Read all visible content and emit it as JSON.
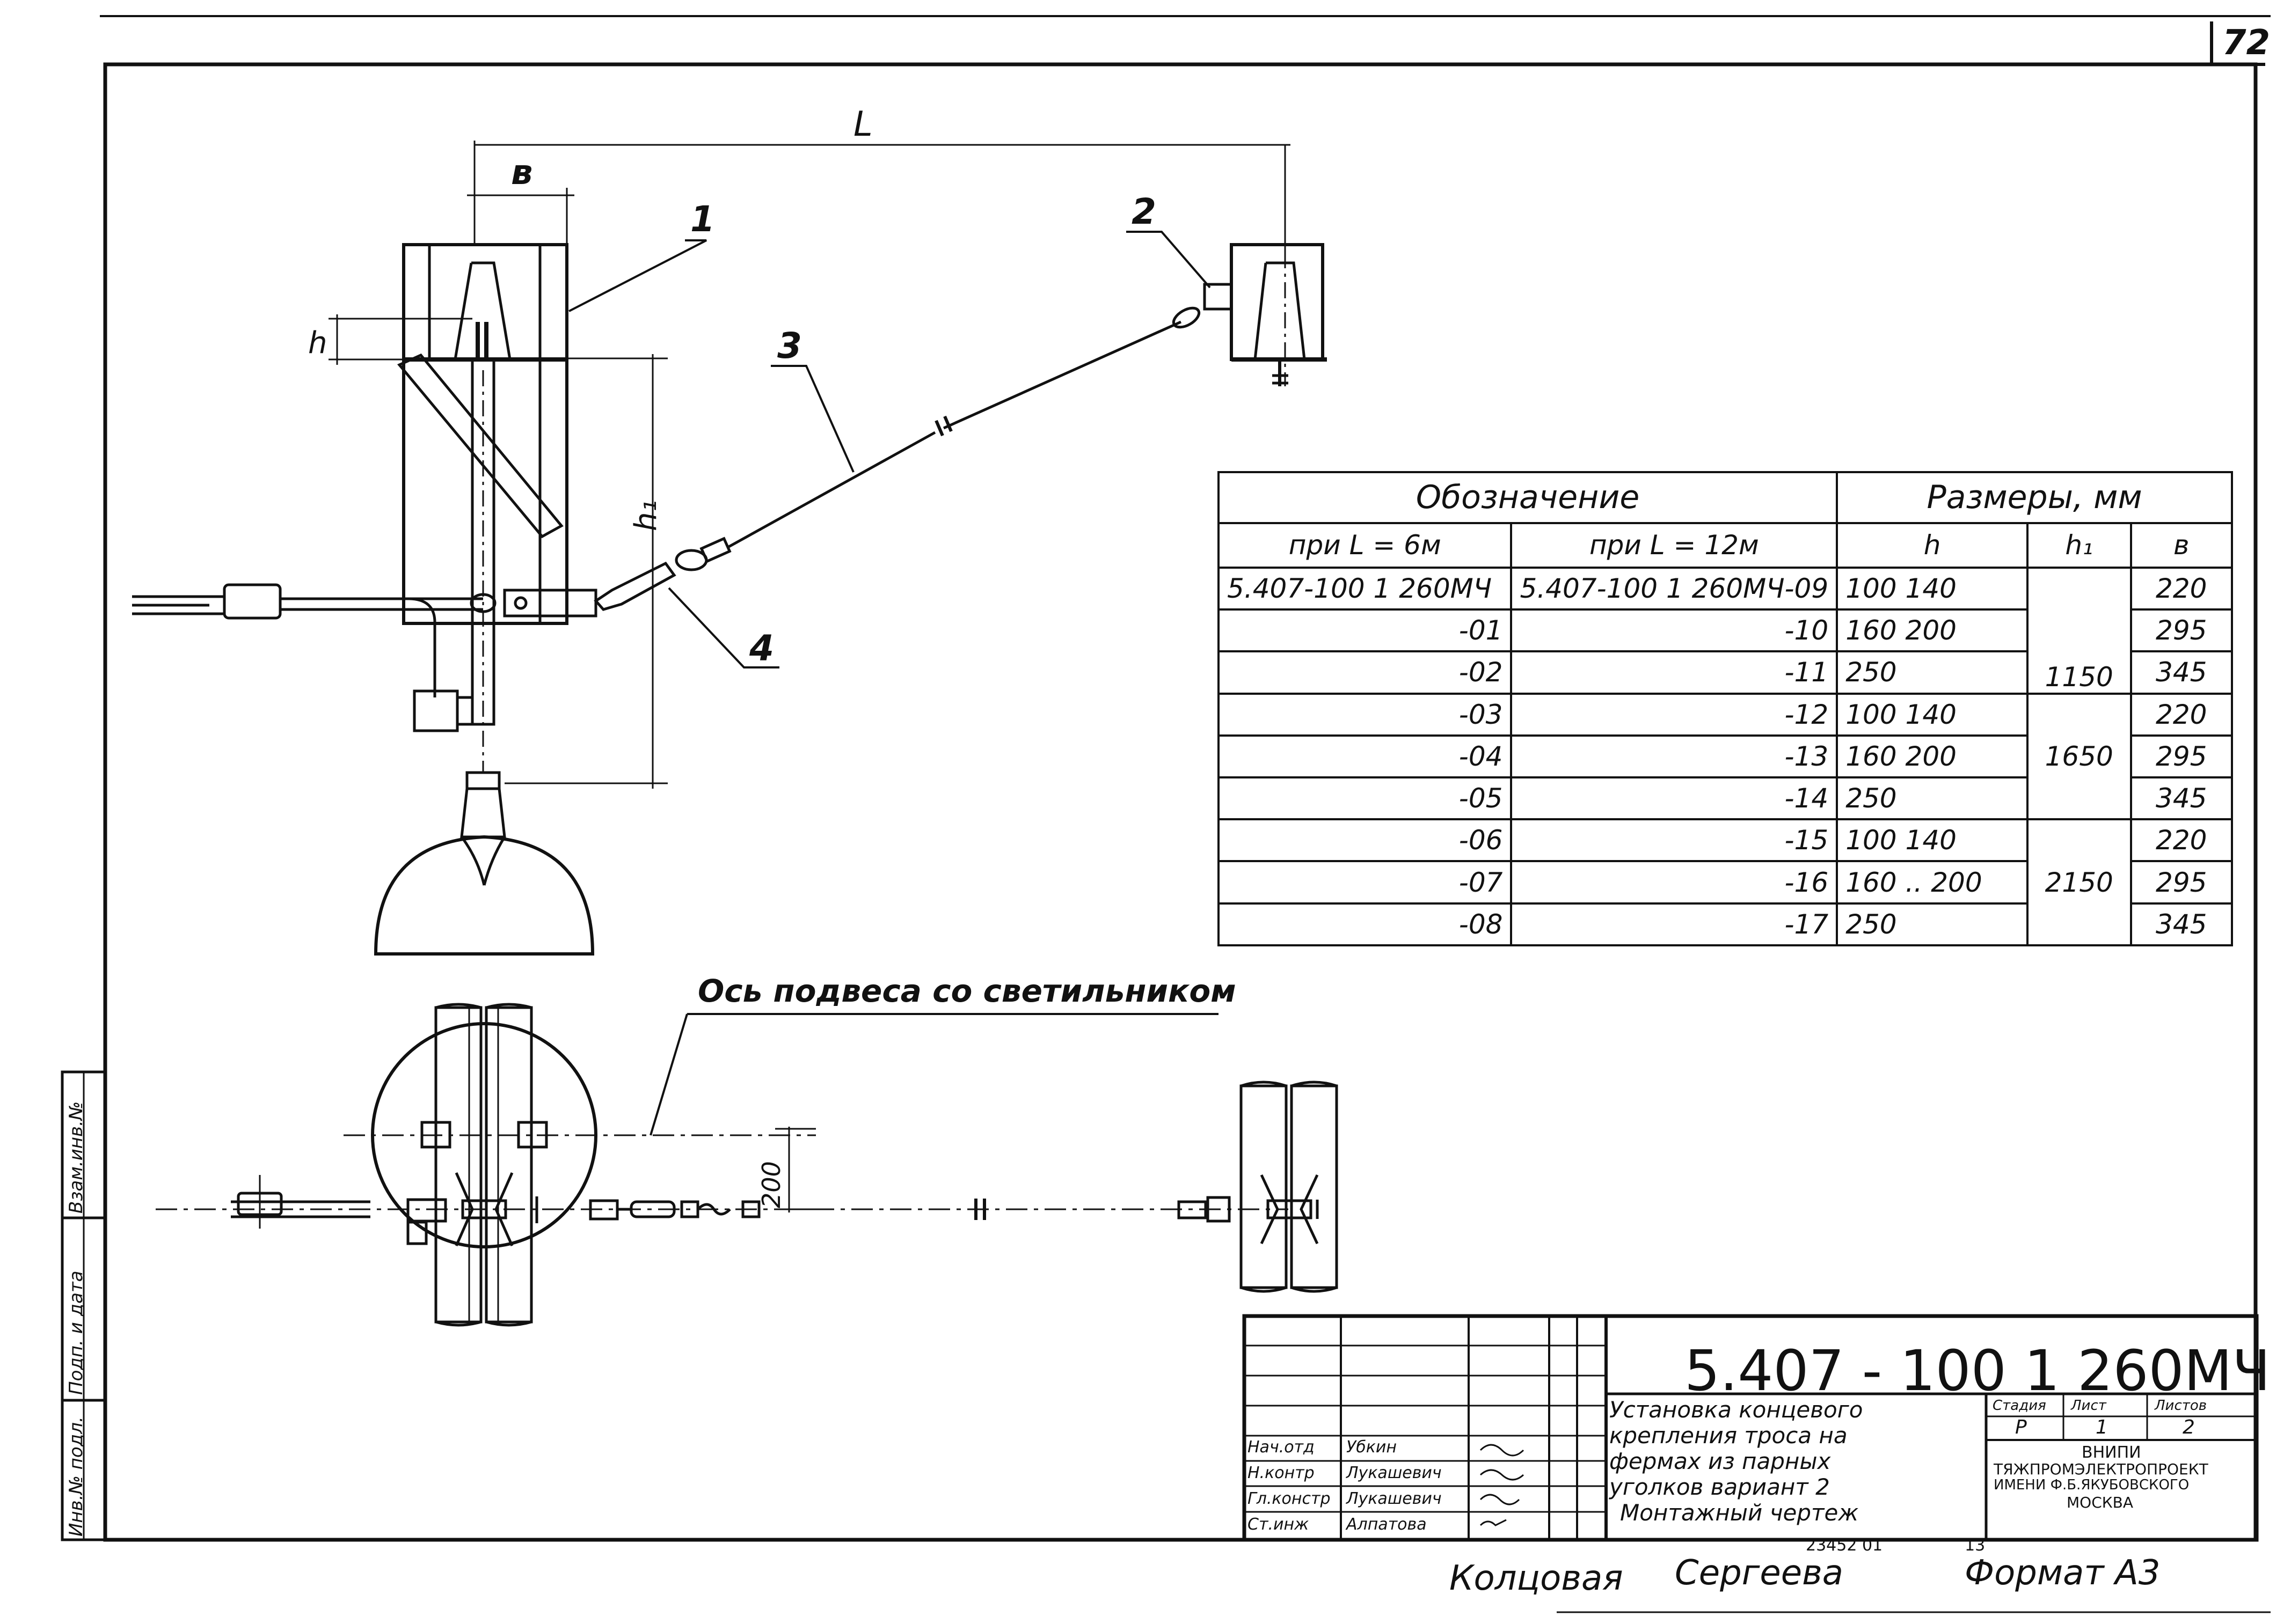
{
  "sheet": {
    "page_number": "72",
    "format_label": "Формат А3",
    "signature_names": [
      "Колцовая",
      "Сергеева"
    ],
    "archive_number": "23452 01",
    "archive_index": "13"
  },
  "drawing": {
    "dim_L": "L",
    "dim_b": "в",
    "dim_h": "h",
    "dim_h1": "h₁",
    "dim_200": "200",
    "callouts": [
      "1",
      "2",
      "3",
      "4"
    ],
    "axis_label": "Ось подвеса со светильником"
  },
  "spec_table": {
    "header_group_1": "Обозначение",
    "header_group_2": "Размеры, мм",
    "subheaders": [
      "при L = 6м",
      "при L = 12м",
      "h",
      "h₁",
      "в"
    ],
    "rows": [
      {
        "d6": "5.407-100 1 260МЧ",
        "d12": "5.407-100 1 260МЧ-09",
        "h": "100 140",
        "h1": "1150",
        "b": "220"
      },
      {
        "d6": "-01",
        "d12": "-10",
        "h": "160 200",
        "h1": "",
        "b": "295"
      },
      {
        "d6": "-02",
        "d12": "-11",
        "h": "250",
        "h1": "",
        "b": "345"
      },
      {
        "d6": "-03",
        "d12": "-12",
        "h": "100 140",
        "h1": "1650",
        "b": "220"
      },
      {
        "d6": "-04",
        "d12": "-13",
        "h": "160 200",
        "h1": "",
        "b": "295"
      },
      {
        "d6": "-05",
        "d12": "-14",
        "h": "250",
        "h1": "",
        "b": "345"
      },
      {
        "d6": "-06",
        "d12": "-15",
        "h": "100 140",
        "h1": "2150",
        "b": "220"
      },
      {
        "d6": "-07",
        "d12": "-16",
        "h": "160 .. 200",
        "h1": "",
        "b": "295"
      },
      {
        "d6": "-08",
        "d12": "-17",
        "h": "250",
        "h1": "",
        "b": "345"
      }
    ]
  },
  "title_block": {
    "doc_code": "5.407 - 100 1 260МЧ",
    "title_lines": [
      "Установка концевого",
      "крепления троса на",
      "фермах из парных",
      "уголков вариант 2",
      "Монтажный чертеж"
    ],
    "stage_label": "Стадия",
    "sheet_label": "Лист",
    "sheets_label": "Листов",
    "stage_value": "Р",
    "sheet_value": "1",
    "sheets_value": "2",
    "org_lines": [
      "ВНИПИ",
      "ТЯЖПРОМЭЛЕКТРОПРОЕКТ",
      "ИМЕНИ Ф.Б.ЯКУБОВСКОГО",
      "МОСКВА"
    ],
    "roles": [
      {
        "role": "Нач.отд",
        "name": "Убкин"
      },
      {
        "role": "Н.контр",
        "name": "Лукашевич"
      },
      {
        "role": "Гл.констр",
        "name": "Лукашевич"
      },
      {
        "role": "Ст.инж",
        "name": "Алпатова"
      }
    ]
  },
  "side_stamp": {
    "labels": [
      "Инв.№ подл.",
      "Подп. и дата",
      "Взам.инв.№"
    ]
  }
}
